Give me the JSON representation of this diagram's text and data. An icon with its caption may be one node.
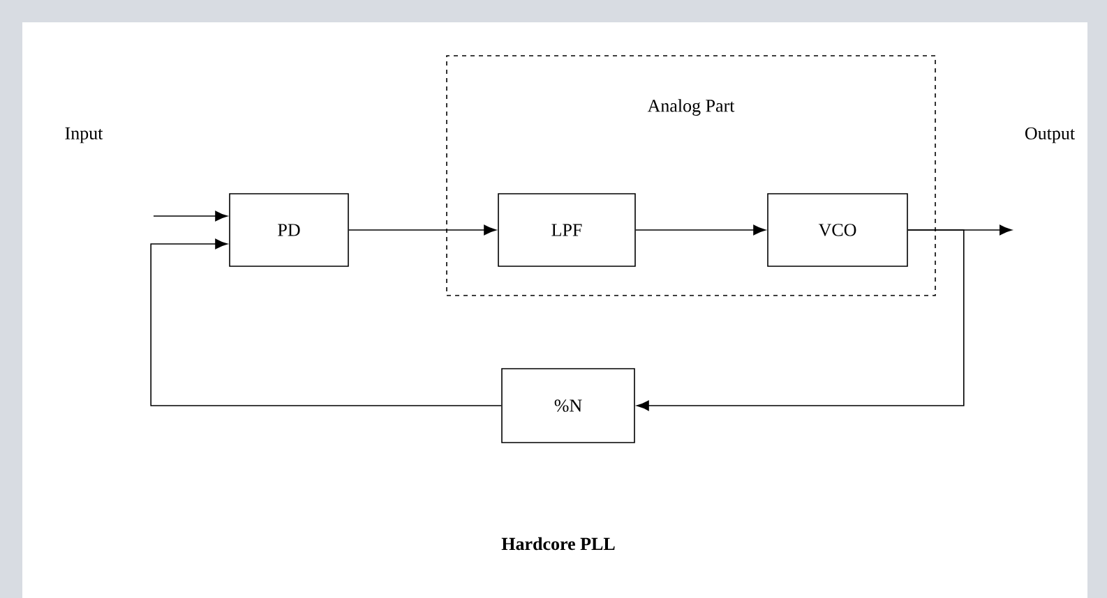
{
  "diagram": {
    "caption": "Hardcore PLL",
    "nodes": [
      {
        "text": [
          "PD"
        ]
      },
      {
        "text": [
          "Analog Part"
        ]
      },
      {
        "text": [
          "LPF"
        ],
        "in": 1
      },
      {
        "text": [
          "VCO"
        ],
        "in": 1
      },
      {
        "text": [
          "%N"
        ]
      }
    ],
    "edges": [
      {
        "from": null,
        "to": 0,
        "arrow": "to"
      },
      {
        "from": 0,
        "to": 2,
        "arrow": "to"
      },
      {
        "from": 2,
        "to": 3,
        "arrow": "to"
      },
      {
        "from": 3,
        "to": null,
        "arrow": "to"
      },
      {
        "from": 3,
        "to": 4,
        "arrow": "to"
      },
      {
        "from": 4,
        "to": 0,
        "arrow": "to"
      }
    ],
    "labels": [
      "Input",
      "Output"
    ]
  }
}
